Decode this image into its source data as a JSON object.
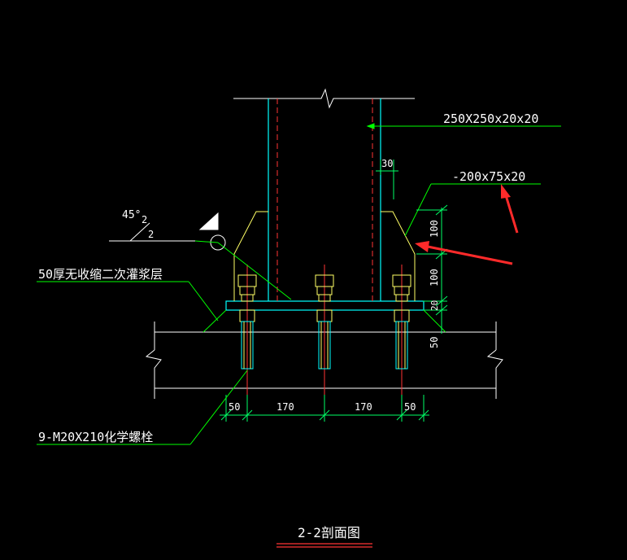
{
  "colors": {
    "background": "#000000",
    "column": "#00ffff",
    "centerline": "#ff3333",
    "annotation": "#00ff00",
    "bolt": "#ffff66",
    "text": "#ffffff",
    "dimension": "#00ff66",
    "concrete": "#ffffff",
    "arrow": "#ff2a2a"
  },
  "labels": {
    "column_section": "250X250x20x20",
    "stiffener": "-200x75x20",
    "gap_dim": "30",
    "weld_angle": "45°",
    "weld_leg_top": "2",
    "weld_leg_bottom": "2",
    "grout_layer": "50厚无收缩二次灌浆层",
    "bolts": "9-M20X210化学螺栓",
    "title": "2-2剖面图"
  },
  "dims_vertical": [
    "100",
    "100",
    "20",
    "50"
  ],
  "dims_horizontal": [
    "50",
    "170",
    "170",
    "50"
  ]
}
